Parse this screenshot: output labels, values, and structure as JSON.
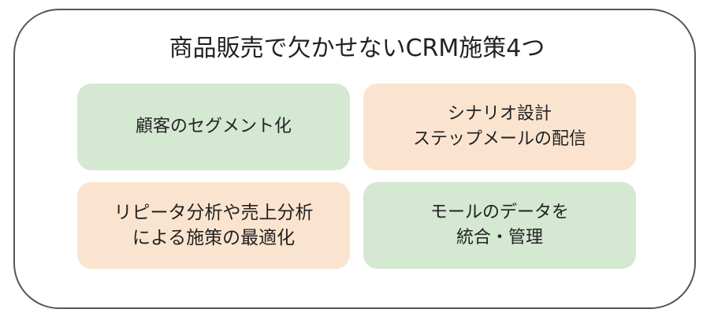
{
  "title": "商品販売で欠かせないCRM施策4つ",
  "boxes": [
    {
      "label": "顧客のセグメント化",
      "color": "#d5e8d2"
    },
    {
      "label": "シナリオ設計\nステップメールの配信",
      "color": "#fbe4cf"
    },
    {
      "label": "リピータ分析や売上分析\nによる施策の最適化",
      "color": "#fbe4cf"
    },
    {
      "label": "モールのデータを\n統合・管理",
      "color": "#d5e8d2"
    }
  ],
  "colors": {
    "frame_border": "#555555",
    "green": "#d5e8d2",
    "peach": "#fbe4cf",
    "text": "#222222"
  }
}
